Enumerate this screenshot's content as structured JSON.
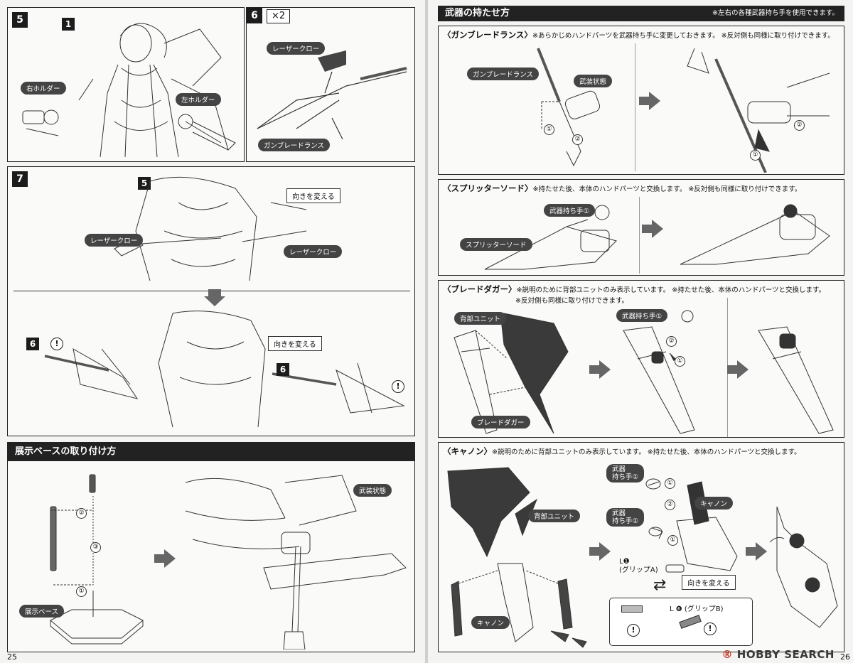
{
  "left_page": {
    "page_number": "25",
    "step5": {
      "number": "5",
      "sub_number": "1",
      "labels": {
        "right_holder": "右ホルダー",
        "left_holder": "左ホルダー"
      }
    },
    "step6": {
      "number": "6",
      "multiplier": "×2",
      "labels": {
        "laser_claw": "レーザークロー",
        "gunblade_lance": "ガンブレードランス"
      }
    },
    "step7": {
      "number": "7",
      "ref_5": "5",
      "ref_6a": "6",
      "ref_6b": "6",
      "labels": {
        "laser_claw_l": "レーザークロー",
        "laser_claw_r": "レーザークロー",
        "change_direction_1": "向きを変える",
        "change_direction_2": "向きを変える"
      }
    },
    "base_section": {
      "title": "展示ベースの取り付け方",
      "labels": {
        "display_base": "展示ベース",
        "armed_state": "武装状態"
      },
      "steps": [
        "①",
        "②",
        "③"
      ]
    }
  },
  "right_page": {
    "page_number": "26",
    "header": {
      "title": "武器の持たせ方",
      "note": "※左右の各種武器持ち手を使用できます。"
    },
    "gunblade": {
      "title": "〈ガンブレードランス〉",
      "desc": "※あらかじめハンドパーツを武器持ち手に変更しておきます。 ※反対側も同様に取り付けできます。",
      "labels": {
        "gunblade_lance": "ガンブレードランス",
        "armed_state": "武装状態"
      }
    },
    "splitter": {
      "title": "〈スプリッターソード〉",
      "desc": "※持たせた後、本体のハンドパーツと交換します。 ※反対側も同様に取り付けできます。",
      "labels": {
        "weapon_hand": "武器持ち手①",
        "splitter_sword": "スプリッターソード"
      }
    },
    "blade_dagger": {
      "title": "〈ブレードダガー〉",
      "desc": "※説明のために背部ユニットのみ表示しています。 ※持たせた後、本体のハンドパーツと交換します。",
      "desc2": "※反対側も同様に取り付けできます。",
      "labels": {
        "back_unit": "背部ユニット",
        "weapon_hand": "武器持ち手①",
        "blade_dagger": "ブレードダガー"
      }
    },
    "cannon": {
      "title": "〈キャノン〉",
      "desc": "※説明のために背部ユニットのみ表示しています。 ※持たせた後、本体のハンドパーツと交換します。",
      "labels": {
        "back_unit": "背部ユニット",
        "cannon_1": "キャノン",
        "cannon_2": "キャノン",
        "weapon_hand_a": "武器\n持ち手①",
        "weapon_hand_b": "武器\n持ち手①",
        "grip_a_code": "L❶",
        "grip_a": "(グリップA)",
        "grip_b": "L ❻ (グリップB)",
        "change_direction": "向きを変える"
      }
    },
    "watermark": {
      "brand": "HOBBY SEARCH",
      "logo_mark": "®"
    }
  },
  "colors": {
    "panel_border": "#222222",
    "label_bg": "#444444",
    "arrow": "#666666",
    "header_bg": "#222222"
  }
}
